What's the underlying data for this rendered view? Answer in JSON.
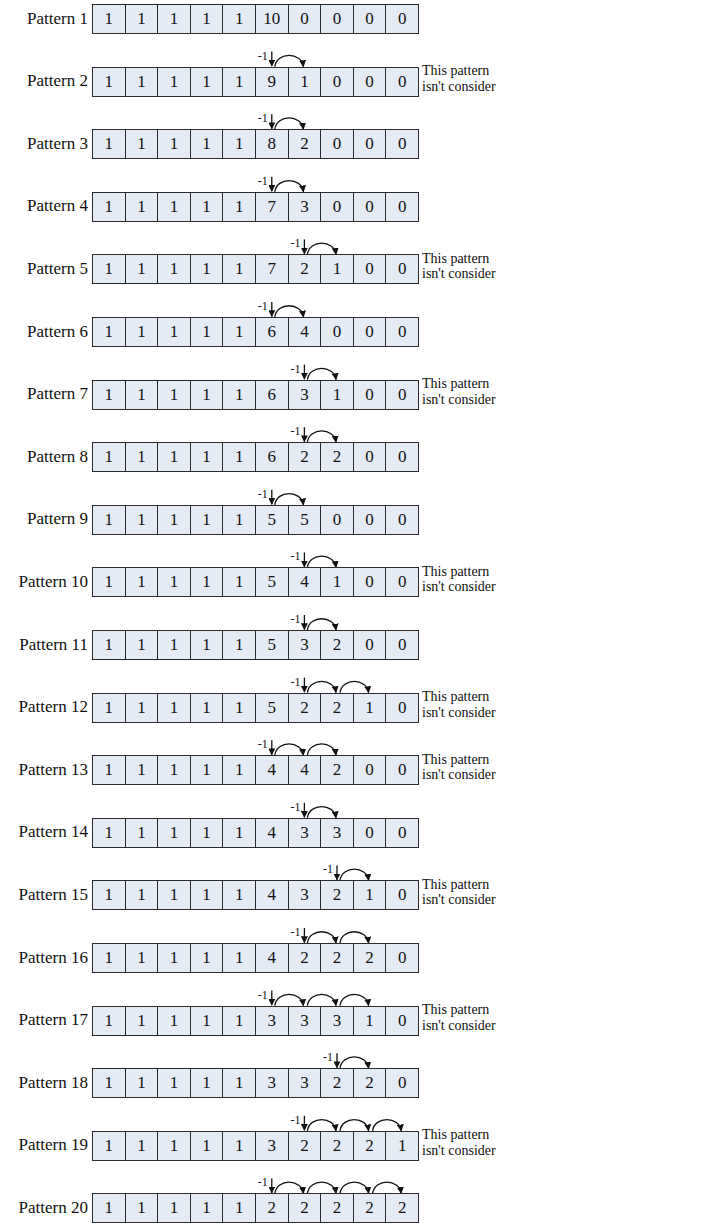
{
  "diagram": {
    "nodes": [
      {
        "text": [
          "1"
        ]
      },
      {
        "text": [
          "1"
        ]
      },
      {
        "text": [
          "1"
        ]
      },
      {
        "text": [
          "1"
        ]
      },
      {
        "text": [
          "1"
        ]
      },
      {
        "text": [
          "10"
        ]
      },
      {
        "text": [
          "0"
        ]
      },
      {
        "text": [
          "0"
        ]
      },
      {
        "text": [
          "0"
        ]
      },
      {
        "text": [
          "0"
        ]
      },
      {
        "text": [
          "1"
        ]
      },
      {
        "text": [
          "1"
        ]
      },
      {
        "text": [
          "1"
        ]
      },
      {
        "text": [
          "1"
        ]
      },
      {
        "text": [
          "1"
        ]
      },
      {
        "text": [
          "9"
        ]
      },
      {
        "text": [
          "1"
        ]
      },
      {
        "text": [
          "0"
        ]
      },
      {
        "text": [
          "0"
        ]
      },
      {
        "text": [
          "0"
        ]
      },
      {
        "text": [
          "1"
        ]
      },
      {
        "text": [
          "1"
        ]
      },
      {
        "text": [
          "1"
        ]
      },
      {
        "text": [
          "1"
        ]
      },
      {
        "text": [
          "1"
        ]
      },
      {
        "text": [
          "8"
        ]
      },
      {
        "text": [
          "2"
        ]
      },
      {
        "text": [
          "0"
        ]
      },
      {
        "text": [
          "0"
        ]
      },
      {
        "text": [
          "0"
        ]
      },
      {
        "text": [
          "1"
        ]
      },
      {
        "text": [
          "1"
        ]
      },
      {
        "text": [
          "1"
        ]
      },
      {
        "text": [
          "1"
        ]
      },
      {
        "text": [
          "1"
        ]
      },
      {
        "text": [
          "7"
        ]
      },
      {
        "text": [
          "3"
        ]
      },
      {
        "text": [
          "0"
        ]
      },
      {
        "text": [
          "0"
        ]
      },
      {
        "text": [
          "0"
        ]
      },
      {
        "text": [
          "1"
        ]
      },
      {
        "text": [
          "1"
        ]
      },
      {
        "text": [
          "1"
        ]
      },
      {
        "text": [
          "1"
        ]
      },
      {
        "text": [
          "1"
        ]
      },
      {
        "text": [
          "7"
        ]
      },
      {
        "text": [
          "2"
        ]
      },
      {
        "text": [
          "1"
        ]
      },
      {
        "text": [
          "0"
        ]
      },
      {
        "text": [
          "0"
        ]
      },
      {
        "text": [
          "1"
        ]
      },
      {
        "text": [
          "1"
        ]
      },
      {
        "text": [
          "1"
        ]
      },
      {
        "text": [
          "1"
        ]
      },
      {
        "text": [
          "1"
        ]
      },
      {
        "text": [
          "6"
        ]
      },
      {
        "text": [
          "4"
        ]
      },
      {
        "text": [
          "0"
        ]
      },
      {
        "text": [
          "0"
        ]
      },
      {
        "text": [
          "0"
        ]
      },
      {
        "text": [
          "1"
        ]
      },
      {
        "text": [
          "1"
        ]
      },
      {
        "text": [
          "1"
        ]
      },
      {
        "text": [
          "1"
        ]
      },
      {
        "text": [
          "1"
        ]
      },
      {
        "text": [
          "6"
        ]
      },
      {
        "text": [
          "3"
        ]
      },
      {
        "text": [
          "1"
        ]
      },
      {
        "text": [
          "0"
        ]
      },
      {
        "text": [
          "0"
        ]
      },
      {
        "text": [
          "1"
        ]
      },
      {
        "text": [
          "1"
        ]
      },
      {
        "text": [
          "1"
        ]
      },
      {
        "text": [
          "1"
        ]
      },
      {
        "text": [
          "1"
        ]
      },
      {
        "text": [
          "6"
        ]
      },
      {
        "text": [
          "2"
        ]
      },
      {
        "text": [
          "2"
        ]
      },
      {
        "text": [
          "0"
        ]
      },
      {
        "text": [
          "0"
        ]
      },
      {
        "text": [
          "1"
        ]
      },
      {
        "text": [
          "1"
        ]
      },
      {
        "text": [
          "1"
        ]
      },
      {
        "text": [
          "1"
        ]
      },
      {
        "text": [
          "1"
        ]
      },
      {
        "text": [
          "5"
        ]
      },
      {
        "text": [
          "5"
        ]
      },
      {
        "text": [
          "0"
        ]
      },
      {
        "text": [
          "0"
        ]
      },
      {
        "text": [
          "0"
        ]
      },
      {
        "text": [
          "1"
        ]
      },
      {
        "text": [
          "1"
        ]
      },
      {
        "text": [
          "1"
        ]
      },
      {
        "text": [
          "1"
        ]
      },
      {
        "text": [
          "1"
        ]
      },
      {
        "text": [
          "5"
        ]
      },
      {
        "text": [
          "4"
        ]
      },
      {
        "text": [
          "1"
        ]
      },
      {
        "text": [
          "0"
        ]
      },
      {
        "text": [
          "0"
        ]
      },
      {
        "text": [
          "1"
        ]
      },
      {
        "text": [
          "1"
        ]
      },
      {
        "text": [
          "1"
        ]
      },
      {
        "text": [
          "1"
        ]
      },
      {
        "text": [
          "1"
        ]
      },
      {
        "text": [
          "5"
        ]
      },
      {
        "text": [
          "3"
        ]
      },
      {
        "text": [
          "2"
        ]
      },
      {
        "text": [
          "0"
        ]
      },
      {
        "text": [
          "0"
        ]
      },
      {
        "text": [
          "1"
        ]
      },
      {
        "text": [
          "1"
        ]
      },
      {
        "text": [
          "1"
        ]
      },
      {
        "text": [
          "1"
        ]
      },
      {
        "text": [
          "1"
        ]
      },
      {
        "text": [
          "5"
        ]
      },
      {
        "text": [
          "2"
        ]
      },
      {
        "text": [
          "2"
        ]
      },
      {
        "text": [
          "1"
        ]
      },
      {
        "text": [
          "0"
        ]
      },
      {
        "text": [
          "1"
        ]
      },
      {
        "text": [
          "1"
        ]
      },
      {
        "text": [
          "1"
        ]
      },
      {
        "text": [
          "1"
        ]
      },
      {
        "text": [
          "1"
        ]
      },
      {
        "text": [
          "4"
        ]
      },
      {
        "text": [
          "4"
        ]
      },
      {
        "text": [
          "2"
        ]
      },
      {
        "text": [
          "0"
        ]
      },
      {
        "text": [
          "0"
        ]
      },
      {
        "text": [
          "1"
        ]
      },
      {
        "text": [
          "1"
        ]
      },
      {
        "text": [
          "1"
        ]
      },
      {
        "text": [
          "1"
        ]
      },
      {
        "text": [
          "1"
        ]
      },
      {
        "text": [
          "4"
        ]
      },
      {
        "text": [
          "3"
        ]
      },
      {
        "text": [
          "3"
        ]
      },
      {
        "text": [
          "0"
        ]
      },
      {
        "text": [
          "0"
        ]
      },
      {
        "text": [
          "1"
        ]
      },
      {
        "text": [
          "1"
        ]
      },
      {
        "text": [
          "1"
        ]
      },
      {
        "text": [
          "1"
        ]
      },
      {
        "text": [
          "1"
        ]
      },
      {
        "text": [
          "4"
        ]
      },
      {
        "text": [
          "3"
        ]
      },
      {
        "text": [
          "2"
        ]
      },
      {
        "text": [
          "1"
        ]
      },
      {
        "text": [
          "0"
        ]
      },
      {
        "text": [
          "1"
        ]
      },
      {
        "text": [
          "1"
        ]
      },
      {
        "text": [
          "1"
        ]
      },
      {
        "text": [
          "1"
        ]
      },
      {
        "text": [
          "1"
        ]
      },
      {
        "text": [
          "4"
        ]
      },
      {
        "text": [
          "2"
        ]
      },
      {
        "text": [
          "2"
        ]
      },
      {
        "text": [
          "2"
        ]
      },
      {
        "text": [
          "0"
        ]
      },
      {
        "text": [
          "1"
        ]
      },
      {
        "text": [
          "1"
        ]
      },
      {
        "text": [
          "1"
        ]
      },
      {
        "text": [
          "1"
        ]
      },
      {
        "text": [
          "1"
        ]
      },
      {
        "text": [
          "3"
        ]
      },
      {
        "text": [
          "3"
        ]
      },
      {
        "text": [
          "3"
        ]
      },
      {
        "text": [
          "1"
        ]
      },
      {
        "text": [
          "0"
        ]
      },
      {
        "text": [
          "1"
        ]
      },
      {
        "text": [
          "1"
        ]
      },
      {
        "text": [
          "1"
        ]
      },
      {
        "text": [
          "1"
        ]
      },
      {
        "text": [
          "1"
        ]
      },
      {
        "text": [
          "3"
        ]
      },
      {
        "text": [
          "3"
        ]
      },
      {
        "text": [
          "2"
        ]
      },
      {
        "text": [
          "2"
        ]
      },
      {
        "text": [
          "0"
        ]
      },
      {
        "text": [
          "1"
        ]
      },
      {
        "text": [
          "1"
        ]
      },
      {
        "text": [
          "1"
        ]
      },
      {
        "text": [
          "1"
        ]
      },
      {
        "text": [
          "1"
        ]
      },
      {
        "text": [
          "3"
        ]
      },
      {
        "text": [
          "2"
        ]
      },
      {
        "text": [
          "2"
        ]
      },
      {
        "text": [
          "2"
        ]
      },
      {
        "text": [
          "1"
        ]
      },
      {
        "text": [
          "1"
        ]
      },
      {
        "text": [
          "1"
        ]
      },
      {
        "text": [
          "1"
        ]
      },
      {
        "text": [
          "1"
        ]
      },
      {
        "text": [
          "1"
        ]
      },
      {
        "text": [
          "2"
        ]
      },
      {
        "text": [
          "2"
        ]
      },
      {
        "text": [
          "2"
        ]
      },
      {
        "text": [
          "2"
        ]
      },
      {
        "text": [
          "2"
        ]
      }
    ],
    "edges": [
      {
        "from": 15,
        "to": 16,
        "arrow": "to",
        "label": "-1"
      },
      {
        "from": 25,
        "to": 26,
        "arrow": "to",
        "label": "-1"
      },
      {
        "from": 35,
        "to": 36,
        "arrow": "to",
        "label": "-1"
      },
      {
        "from": 46,
        "to": 47,
        "arrow": "to",
        "label": "-1"
      },
      {
        "from": 55,
        "to": 56,
        "arrow": "to",
        "label": "-1"
      },
      {
        "from": 66,
        "to": 67,
        "arrow": "to",
        "label": "-1"
      },
      {
        "from": 76,
        "to": 77,
        "arrow": "to",
        "label": "-1"
      },
      {
        "from": 85,
        "to": 86,
        "arrow": "to",
        "label": "-1"
      },
      {
        "from": 96,
        "to": 97,
        "arrow": "to",
        "label": "-1"
      },
      {
        "from": 106,
        "to": 107,
        "arrow": "to",
        "label": "-1"
      },
      {
        "from": 116,
        "to": 117,
        "arrow": "to",
        "label": "-1"
      },
      {
        "from": 117,
        "to": 118,
        "arrow": "to"
      },
      {
        "from": 125,
        "to": 126,
        "arrow": "to",
        "label": "-1"
      },
      {
        "from": 126,
        "to": 127,
        "arrow": "to"
      },
      {
        "from": 136,
        "to": 137,
        "arrow": "to",
        "label": "-1"
      },
      {
        "from": 147,
        "to": 148,
        "arrow": "to",
        "label": "-1"
      },
      {
        "from": 156,
        "to": 157,
        "arrow": "to",
        "label": "-1"
      },
      {
        "from": 157,
        "to": 158,
        "arrow": "to"
      },
      {
        "from": 165,
        "to": 166,
        "arrow": "to",
        "label": "-1"
      },
      {
        "from": 166,
        "to": 167,
        "arrow": "to"
      },
      {
        "from": 167,
        "to": 168,
        "arrow": "to"
      },
      {
        "from": 177,
        "to": 178,
        "arrow": "to",
        "label": "-1"
      },
      {
        "from": 186,
        "to": 187,
        "arrow": "to",
        "label": "-1"
      },
      {
        "from": 187,
        "to": 188,
        "arrow": "to"
      },
      {
        "from": 188,
        "to": 189,
        "arrow": "to"
      },
      {
        "from": 195,
        "to": 196,
        "arrow": "to",
        "label": "-1"
      },
      {
        "from": 196,
        "to": 197,
        "arrow": "to"
      },
      {
        "from": 197,
        "to": 198,
        "arrow": "to"
      },
      {
        "from": 198,
        "to": 199,
        "arrow": "to"
      }
    ],
    "labels": [
      "Pattern 1",
      "Pattern 2",
      "This pattern isn't consider",
      "Pattern 3",
      "Pattern 4",
      "Pattern 5",
      "This pattern isn't consider",
      "Pattern 6",
      "Pattern 7",
      "This pattern isn't consider",
      "Pattern 8",
      "Pattern 9",
      "Pattern 10",
      "This pattern isn't consider",
      "Pattern 11",
      "Pattern 12",
      "This pattern isn't consider",
      "Pattern 13",
      "This pattern isn't consider",
      "Pattern 14",
      "Pattern 15",
      "This pattern isn't consider",
      "Pattern 16",
      "Pattern 17",
      "This pattern isn't consider",
      "Pattern 18",
      "Pattern 19",
      "This pattern isn't consider",
      "Pattern 20"
    ]
  }
}
